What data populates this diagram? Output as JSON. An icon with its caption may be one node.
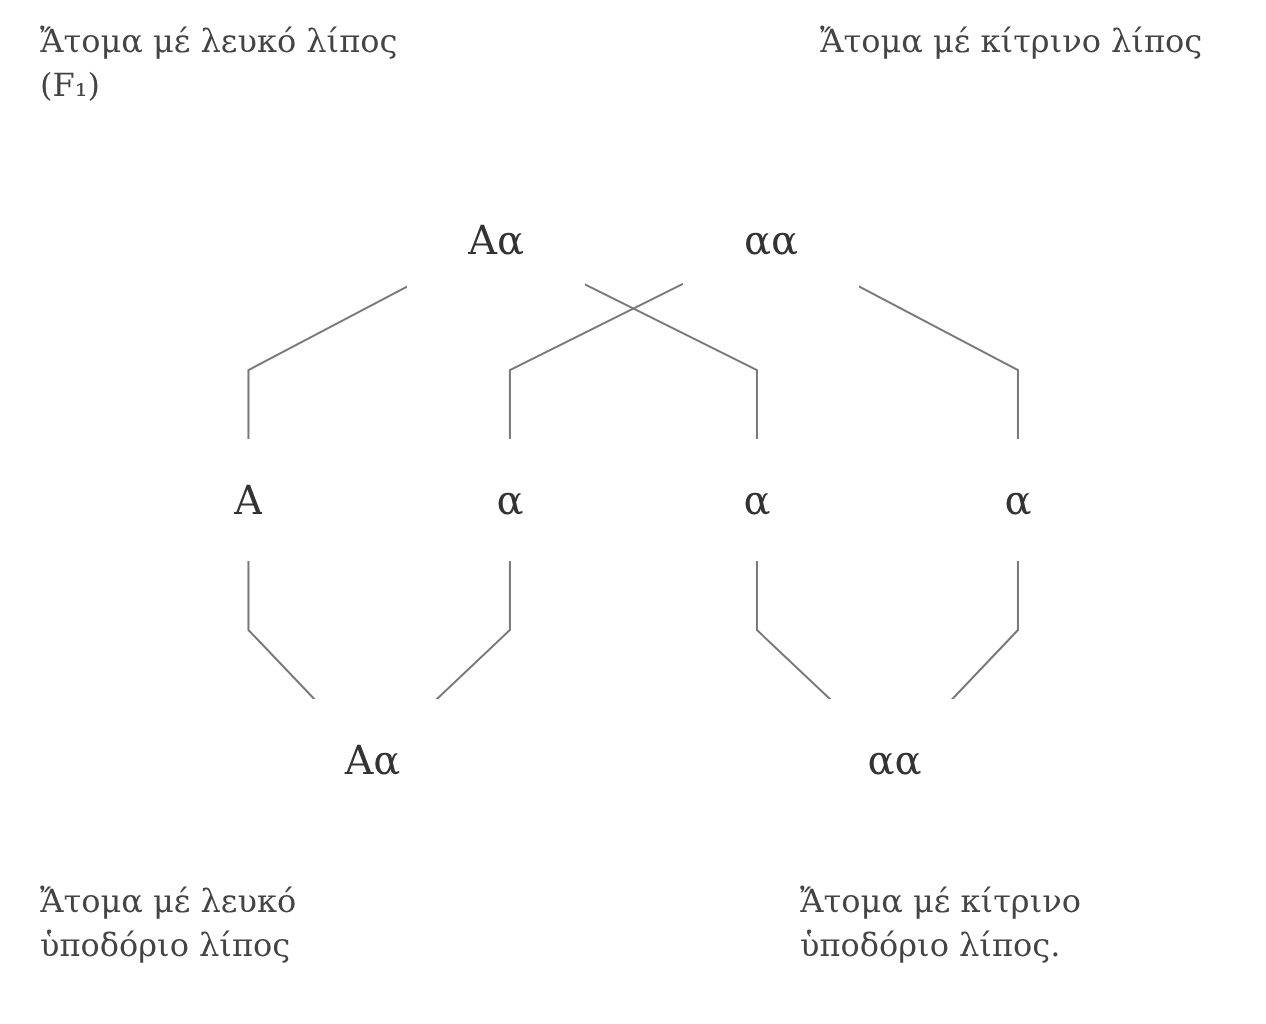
{
  "diagram": {
    "nodes": [
      {
        "text": [
          "Aα"
        ],
        "beside": [
          "Ἄτομα μέ λευκό λίπος (F₁)"
        ]
      },
      {
        "text": [
          "αα"
        ],
        "beside": [
          "Ἄτομα μέ κίτρινο λίπος"
        ]
      },
      {
        "text": [
          "A"
        ]
      },
      {
        "text": [
          "α"
        ]
      },
      {
        "text": [
          "α"
        ]
      },
      {
        "text": [
          "α"
        ]
      },
      {
        "text": [
          "Aα"
        ],
        "beside": [
          "Ἄτομα μέ λευκό ὑποδόριο λίπος"
        ]
      },
      {
        "text": [
          "αα"
        ],
        "beside": [
          "Ἄτομα μέ κίτρινο ὑποδόριο λίπος."
        ]
      }
    ],
    "edges": [
      {
        "from": 0,
        "to": 2,
        "arrow": "none"
      },
      {
        "from": 0,
        "to": 3,
        "arrow": "none"
      },
      {
        "from": 1,
        "to": 4,
        "arrow": "none"
      },
      {
        "from": 1,
        "to": 5,
        "arrow": "none"
      },
      {
        "from": 2,
        "to": 6,
        "arrow": "none"
      },
      {
        "from": 3,
        "to": 7,
        "arrow": "none"
      },
      {
        "from": 4,
        "to": 6,
        "arrow": "none"
      },
      {
        "from": 5,
        "to": 7,
        "arrow": "none"
      }
    ]
  }
}
